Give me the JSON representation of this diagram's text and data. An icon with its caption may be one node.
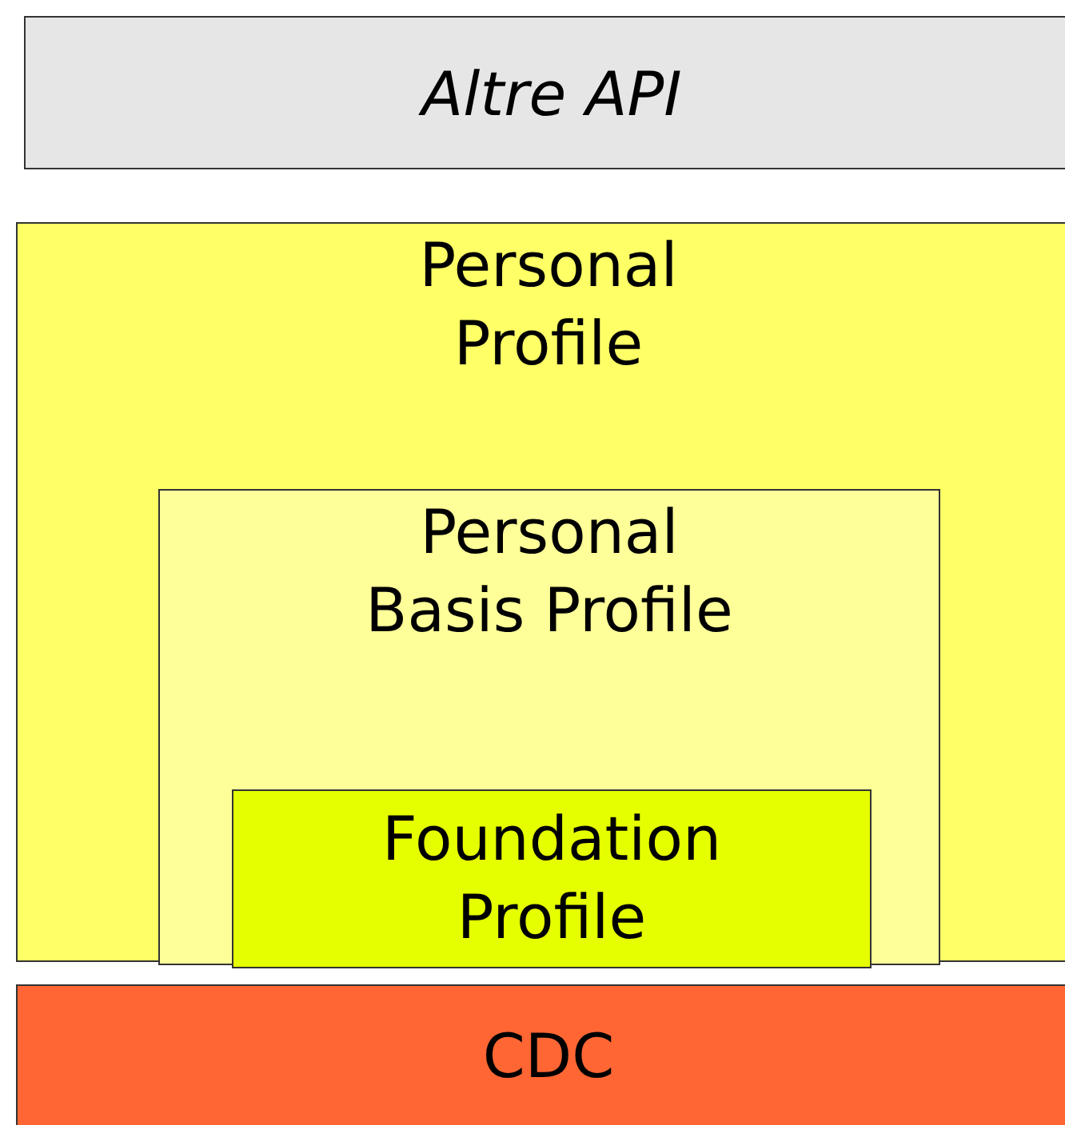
{
  "diagram": {
    "nodes": [
      {
        "text": [
          "Altre API"
        ]
      },
      {
        "text": [
          "Personal Profile"
        ]
      },
      {
        "text": [
          "Personal Basis Profile"
        ],
        "in": 1
      },
      {
        "text": [
          "Foundation Profile"
        ],
        "in": 2
      },
      {
        "text": [
          "CDC"
        ]
      }
    ]
  }
}
